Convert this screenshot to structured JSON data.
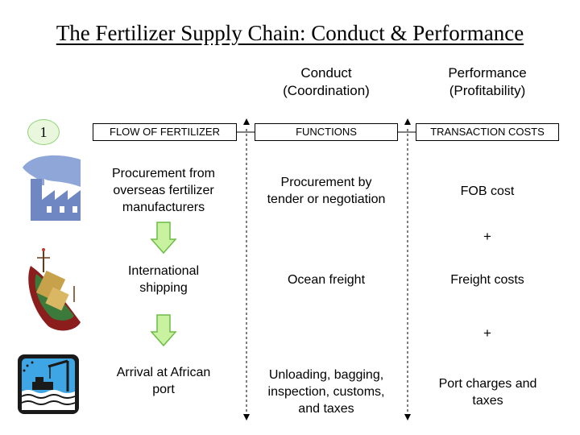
{
  "title": "The Fertilizer Supply Chain: Conduct & Performance",
  "badge": "1",
  "columns": {
    "conduct": {
      "line1": "Conduct",
      "line2": "(Coordination)"
    },
    "performance": {
      "line1": "Performance",
      "line2": "(Profitability)"
    }
  },
  "headers": {
    "flow": "FLOW OF FERTILIZER",
    "functions": "FUNCTIONS",
    "costs": "TRANSACTION COSTS"
  },
  "rows": [
    {
      "icon": "factory-icon",
      "flow": [
        "Procurement from",
        "overseas fertilizer",
        "manufacturers"
      ],
      "function": [
        "Procurement by",
        "tender or negotiation"
      ],
      "cost": [
        "FOB cost"
      ]
    },
    {
      "icon": "ship-icon",
      "flow": [
        "International",
        "shipping"
      ],
      "function": [
        "Ocean freight"
      ],
      "cost": [
        "Freight costs"
      ]
    },
    {
      "icon": "port-crane-icon",
      "flow": [
        "Arrival at African",
        "port"
      ],
      "function": [
        "Unloading, bagging,",
        "inspection, customs,",
        "and taxes"
      ],
      "cost": [
        "Port charges and",
        "taxes"
      ]
    }
  ],
  "plus": "+",
  "colors": {
    "arrow_fill": "#c8f2a0",
    "arrow_stroke": "#6dbb45",
    "badge_fill": "#e9f7dc"
  }
}
